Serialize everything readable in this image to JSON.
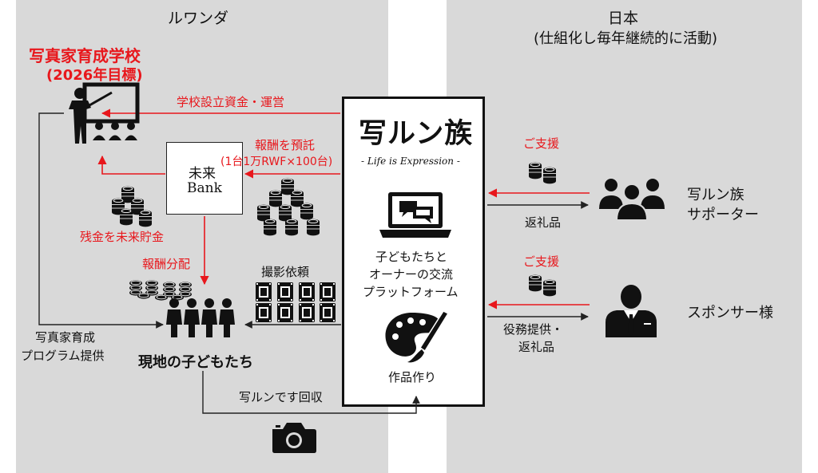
{
  "rwanda": {
    "title": "ルワンダ",
    "school_title": "写真家育成学校",
    "school_target": "(2026年目標)",
    "school_funds_label": "学校設立資金・運営",
    "bank_line1": "未来",
    "bank_line2": "Bank",
    "deposit_label": "報酬を預託",
    "deposit_detail": "(1台1万RWF×100台)",
    "savings_label": "残金を未来貯金",
    "distribution_label": "報酬分配",
    "shoot_request_label": "撮影依頼",
    "program_line1": "写真家育成",
    "program_line2": "プログラム提供",
    "children_label": "現地の子どもたち",
    "collect_label": "写ルンです回収"
  },
  "center": {
    "logo": "写ルン族",
    "tagline": "- Life is Expression -",
    "platform_line1": "子どもたちと",
    "platform_line2": "オーナーの交流",
    "platform_line3": "プラットフォーム",
    "artwork_label": "作品作り"
  },
  "japan": {
    "title": "日本",
    "subtitle": "(仕組化し毎年継続的に活動)",
    "support_label_1": "ご支援",
    "gift_label": "返礼品",
    "supporters_line1": "写ルン族",
    "supporters_line2": "サポーター",
    "support_label_2": "ご支援",
    "service_line1": "役務提供・",
    "service_line2": "返礼品",
    "sponsor_label": "スポンサー様"
  },
  "colors": {
    "panel": "#d9d9d9",
    "accent_red": "#e8171c",
    "ink": "#111111"
  },
  "icons": [
    "teacher-icon",
    "coins-icon",
    "children-icon",
    "camera-icon",
    "laptop-chat-icon",
    "palette-icon",
    "supporters-icon",
    "businessman-icon",
    "film-roll-icon"
  ]
}
